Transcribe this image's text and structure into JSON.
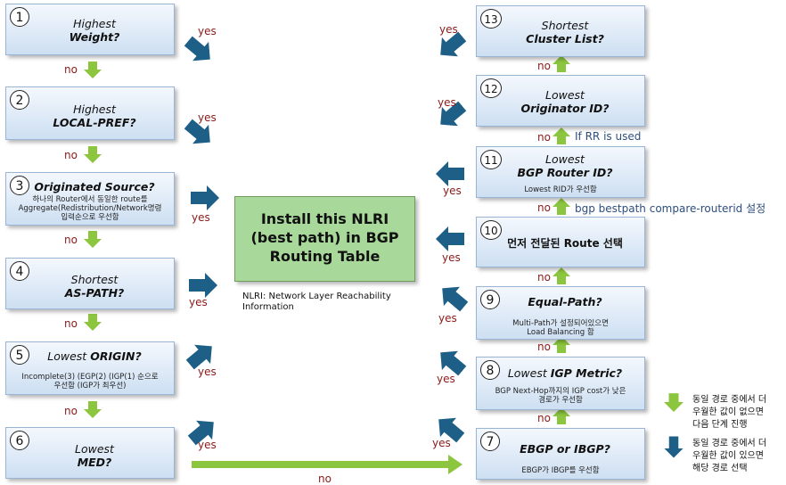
{
  "center": {
    "line1": "Install this NLRI",
    "line2": "(best path) in BGP",
    "line3": "Routing Table"
  },
  "nlri_note": {
    "line1": "NLRI: Network Layer Reachability",
    "line2": "Information"
  },
  "steps": {
    "s1": {
      "num": "1",
      "l1": "Highest",
      "l2": "Weight?"
    },
    "s2": {
      "num": "2",
      "l1": "Highest",
      "l2": "LOCAL-PREF?"
    },
    "s3": {
      "num": "3",
      "l1": "Originated Source?",
      "n1": "하나의 Router에서 동일한 route를",
      "n2": "Aggregate(Redistribution/Network명령",
      "n3": "입력순으로 우선함"
    },
    "s4": {
      "num": "4",
      "l1": "Shortest",
      "l2": "AS-PATH?"
    },
    "s5": {
      "num": "5",
      "l1a": "Lowest ",
      "l1b": "ORIGIN?",
      "n1": "Incomplete(3) (EGP(2) (IGP(1) 순으로",
      "n2": "우선함 (IGP가 최우선)"
    },
    "s6": {
      "num": "6",
      "l1": "Lowest",
      "l2": "MED?"
    },
    "s7": {
      "num": "7",
      "l1": "EBGP or IBGP?",
      "n1": "EBGP가 IBGP를 우선함"
    },
    "s8": {
      "num": "8",
      "l1a": "Lowest ",
      "l1b": "IGP Metric?",
      "n1": "BGP Next-Hop까지의 IGP cost가 낮은",
      "n2": "경로가 우선함"
    },
    "s9": {
      "num": "9",
      "l1": "Equal-Path?",
      "n1": "Multi-Path가 설정되어있으면",
      "n2": "Load Balancing 함"
    },
    "s10": {
      "num": "10",
      "l1": "먼저 전달된 Route 선택"
    },
    "s11": {
      "num": "11",
      "l1": "Lowest",
      "l2": "BGP Router ID?",
      "n1": "Lowest RID가 우선함"
    },
    "s12": {
      "num": "12",
      "l1": "Lowest",
      "l2": "Originator ID?"
    },
    "s13": {
      "num": "13",
      "l1": "Shortest",
      "l2": "Cluster List?"
    }
  },
  "labels": {
    "yes": "yes",
    "no": "no",
    "if_rr": "If RR is used",
    "bgp_cmd": "bgp bestpath compare-routerid 설정"
  },
  "legend": {
    "green": {
      "l1": "동일 경로 중에서 더",
      "l2": "우월한 값이 없으면",
      "l3": "다음 단계 진행"
    },
    "blue": {
      "l1": "동일 경로 중에서 더",
      "l2": "우월한 값이 있으면",
      "l3": "해당 경로 선택"
    }
  },
  "colors": {
    "blue_arrow": "#1d5f87",
    "green_arrow": "#8cc63e",
    "box_border": "#9ab4d4",
    "center_fill": "#a9d99a",
    "label": "#8b1a1a"
  }
}
